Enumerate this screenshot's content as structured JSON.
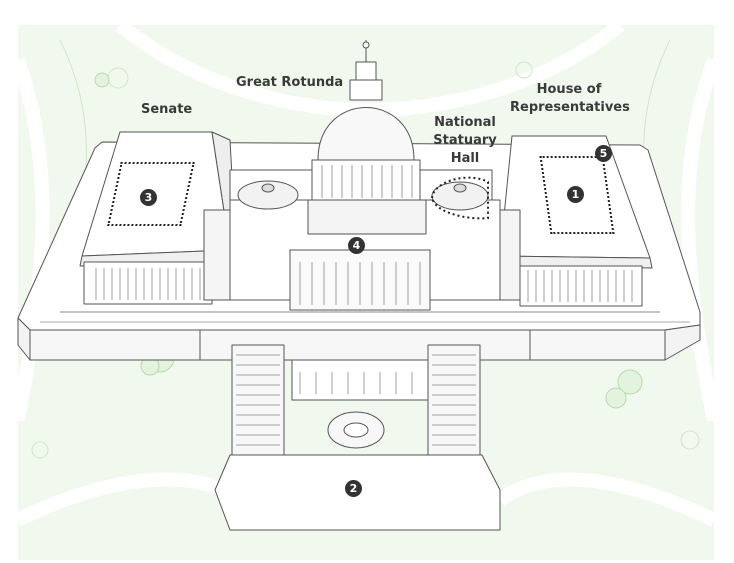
{
  "labels": {
    "great_rotunda": "Great Rotunda",
    "senate": "Senate",
    "house_line1": "House of",
    "house_line2": "Representatives",
    "statuary_line1": "National",
    "statuary_line2": "Statuary",
    "statuary_line3": "Hall"
  },
  "markers": {
    "m1": "1",
    "m2": "2",
    "m3": "3",
    "m4": "4",
    "m5": "5"
  },
  "colors": {
    "background_green": "#eef8ea",
    "outline": "#555555",
    "marker_fill": "#333333",
    "marker_text": "#ffffff",
    "label_text": "#3a3a3a"
  }
}
